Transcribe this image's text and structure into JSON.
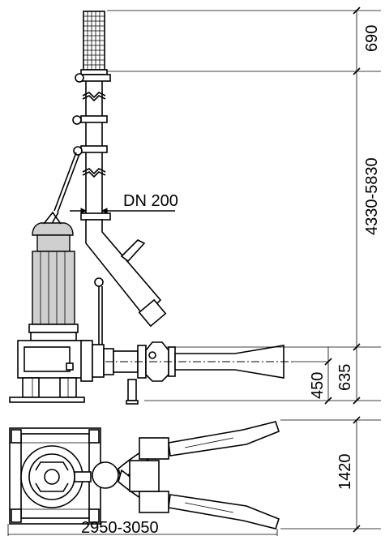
{
  "labels": {
    "pipe_size": "DN 200",
    "dim_top": "690",
    "dim_column": "4330-5830",
    "dim_outlet_high": "635",
    "dim_outlet_low": "450",
    "dim_plan_width": "1420",
    "dim_plan_length": "2950-3050"
  }
}
